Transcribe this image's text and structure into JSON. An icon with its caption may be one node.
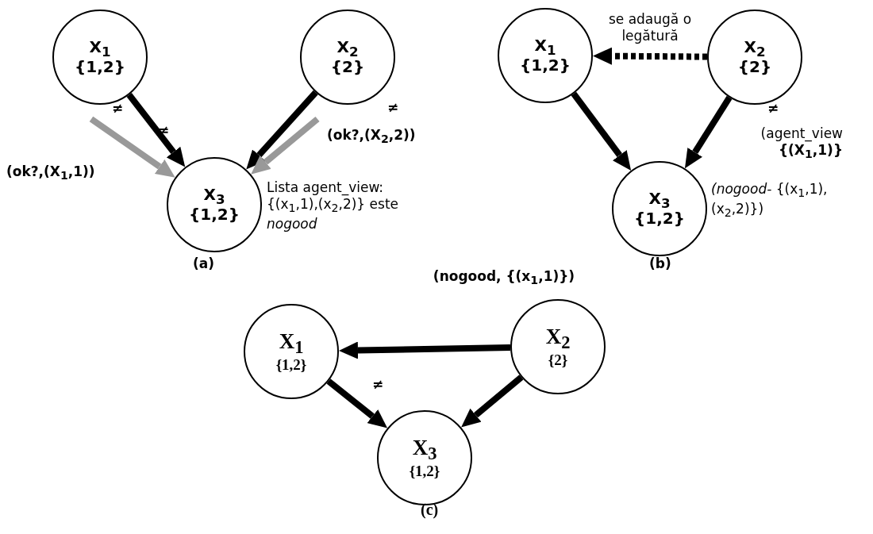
{
  "diagram": {
    "nodes": [
      {
        "text": [
          "X$_{1}$",
          "{1,2}"
        ]
      },
      {
        "text": [
          "X$_{2}$",
          "{2}"
        ]
      },
      {
        "text": [
          "X$_{3}$",
          "{1,2}"
        ],
        "beside": [
          "Lista agent_view: {(x$_{1}$,1),(x$_{2}$,2)} este *nogood*"
        ]
      },
      {
        "text": [
          "X$_{1}$",
          "{1,2}"
        ]
      },
      {
        "text": [
          "X$_{2}$",
          "{2}"
        ]
      },
      {
        "text": [
          "X$_{3}$",
          "{1,2}"
        ],
        "beside": [
          "*(nogood-* {(x$_{1}$,1), (x$_{2}$,2)})"
        ]
      },
      {
        "text": [
          "X$_{1}$",
          "{1,2}"
        ]
      },
      {
        "text": [
          "X$_{2}$",
          "{2}"
        ]
      },
      {
        "text": [
          "X$_{3}$",
          "{1,2}"
        ]
      }
    ],
    "edges": [
      {
        "from": 0,
        "to": 2,
        "arrow": "to"
      },
      {
        "from": 1,
        "to": 2,
        "arrow": "to"
      },
      {
        "from": null,
        "to": 2,
        "arrow": "to",
        "color": "#999999",
        "label": "(ok?,(X$_{1}$,1))"
      },
      {
        "from": null,
        "to": 2,
        "arrow": "to",
        "color": "#999999",
        "label": "(ok?,(X$_{2}$,2))"
      },
      {
        "from": 4,
        "to": 3,
        "arrow": "to",
        "style": "dashed",
        "label": "se adaugă o legătură"
      },
      {
        "from": 3,
        "to": 5,
        "arrow": "to"
      },
      {
        "from": 4,
        "to": 5,
        "arrow": "to",
        "label": "(agent_view **{(X$_{1}$,1)}**"
      },
      {
        "from": 7,
        "to": 6,
        "arrow": "to",
        "label": "(nogood, {(x$_{1}$,1)})"
      },
      {
        "from": 6,
        "to": 8,
        "arrow": "to"
      },
      {
        "from": 7,
        "to": 8,
        "arrow": "to"
      }
    ],
    "labels": [
      "≠",
      "≠",
      "≠",
      "(a)",
      "≠",
      "(b)",
      "≠",
      "(c)"
    ]
  }
}
